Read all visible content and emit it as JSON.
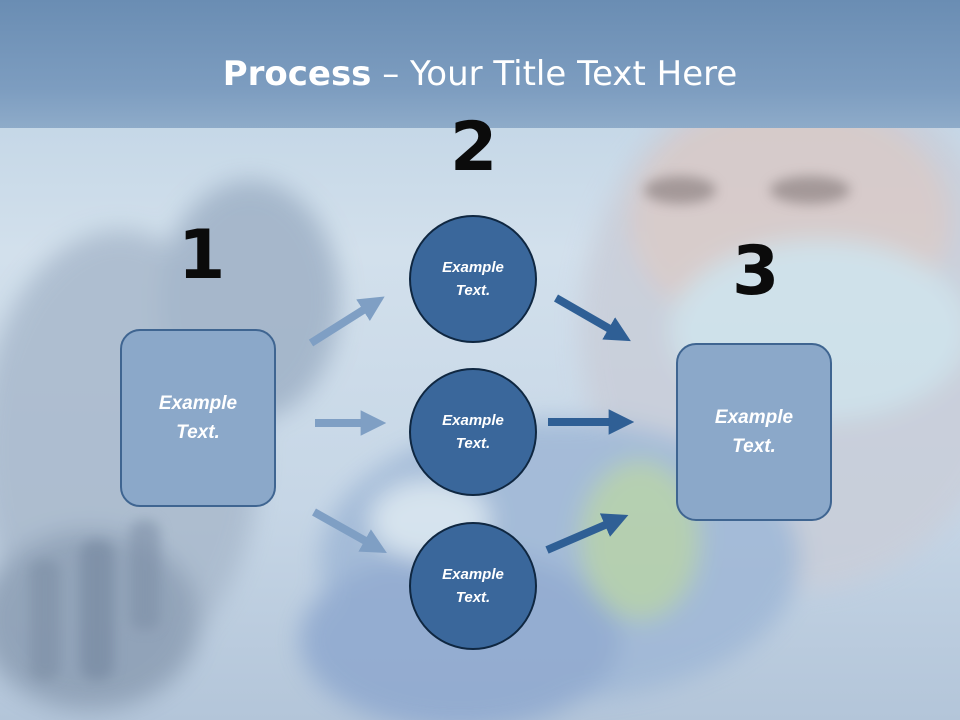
{
  "title": {
    "bold": "Process",
    "rest": " – Your Title Text Here"
  },
  "steps": {
    "step1": {
      "number": "1",
      "text_line1": "Example",
      "text_line2": "Text."
    },
    "step2": {
      "number": "2"
    },
    "step3": {
      "number": "3",
      "text_line1": "Example",
      "text_line2": "Text."
    }
  },
  "circles": [
    {
      "text_line1": "Example",
      "text_line2": "Text."
    },
    {
      "text_line1": "Example",
      "text_line2": "Text."
    },
    {
      "text_line1": "Example",
      "text_line2": "Text."
    }
  ],
  "colors": {
    "header": "#6a8db3",
    "box_fill": "#8ba8c9",
    "circle_fill": "#3a679b",
    "arrow_light": "#7f9fc4",
    "arrow_dark": "#2f5f95"
  }
}
